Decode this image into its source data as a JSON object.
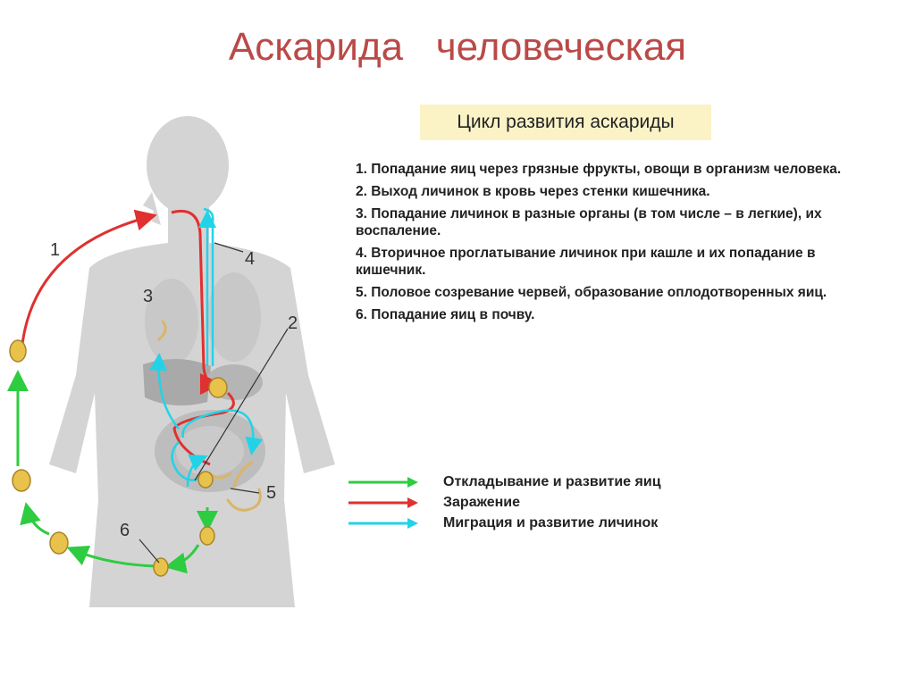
{
  "title": "Аскарида   человеческая",
  "cycle_heading": "Цикл развития аскариды",
  "steps": [
    "1. Попадание яиц через грязные фрукты, овощи в организм человека.",
    "2. Выход личинок в кровь через стенки кишечника.",
    "3. Попадание личинок в разные органы (в том числе – в легкие), их воспаление.",
    "4. Вторичное проглатывание личинок при кашле и их попадание в кишечник.",
    "5. Половое созревание червей, образование оплодотворенных яиц.",
    "6. Попадание яиц в почву."
  ],
  "markers": [
    "1",
    "2",
    "3",
    "4",
    "5",
    "6"
  ],
  "legend": [
    {
      "label": "Откладывание и  развитие яиц",
      "color": "#2ecc40"
    },
    {
      "label": "Заражение",
      "color": "#e03030"
    },
    {
      "label": "Миграция и развитие личинок",
      "color": "#22d3e8"
    }
  ],
  "colors": {
    "title": "#b94a48",
    "heading_bg": "#fbf3c6",
    "body_silhouette": "#d4d4d4",
    "organs": "#bdbdbd",
    "egg": "#e8c24a"
  }
}
